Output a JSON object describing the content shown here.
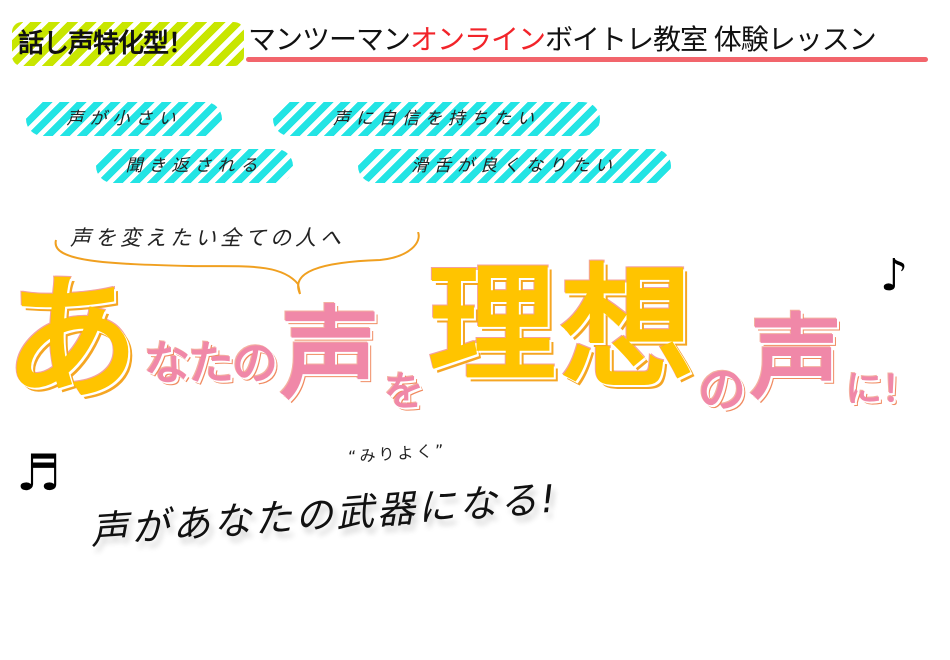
{
  "header": {
    "badge": "話し声特化型！",
    "title_prefix": "マンツーマン",
    "title_highlight": "オンライン",
    "title_suffix": "ボイトレ教室 体験レッスン"
  },
  "concerns": [
    "声が小さい",
    "声に自信を持ちたい",
    "聞き返される",
    "滑舌が良くなりたい"
  ],
  "bubble": "声を変えたい全ての人へ",
  "headline": {
    "c1": "あ",
    "c2": "なたの",
    "c3": "声",
    "c4": "を",
    "c5": "理",
    "c6": "想",
    "c7": "の",
    "c8": "声",
    "c9": "に！"
  },
  "subline": {
    "text": "声があなたの武器になる!",
    "ruby": "“みりよく”"
  },
  "icons": {
    "note1": "♪",
    "note2": "♬"
  },
  "colors": {
    "accent_red": "#f2242a",
    "gold": "#ffc400",
    "pink": "#f088a8",
    "cyan": "#23e4e4",
    "lime": "#c8e600"
  }
}
